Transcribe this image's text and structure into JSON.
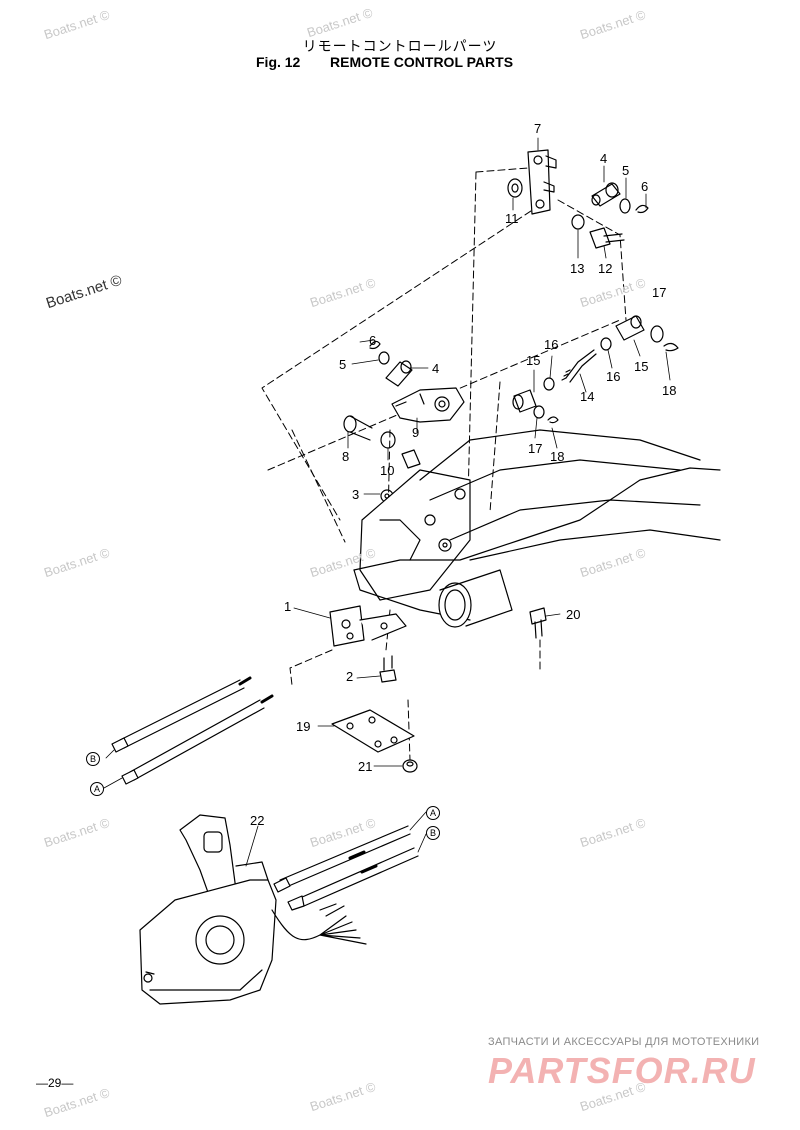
{
  "title": {
    "japanese": "リモートコントロールパーツ",
    "figure": "Fig. 12",
    "english": "REMOTE CONTROL PARTS"
  },
  "watermark": "Boats.net ©",
  "page_number": "—29—",
  "brand": {
    "tagline": "ЗАПЧАСТИ И АКСЕССУАРЫ ДЛЯ МОТОТЕХНИКИ",
    "name": "PARTSFOR.RU"
  },
  "callouts": [
    "7",
    "4",
    "5",
    "6",
    "11",
    "13",
    "12",
    "17",
    "6",
    "5",
    "4",
    "16",
    "15",
    "16",
    "15",
    "18",
    "14",
    "9",
    "8",
    "10",
    "17",
    "18",
    "3",
    "1",
    "20",
    "2",
    "19",
    "21",
    "22"
  ],
  "cable_ends": [
    "A",
    "B"
  ]
}
